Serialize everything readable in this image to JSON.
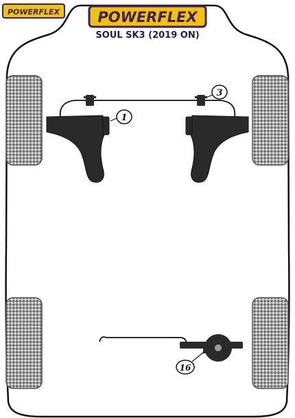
{
  "header": {
    "small_logo": "POWERFLEX",
    "main_logo": "POWERFLEX",
    "subtitle": "SOUL SK3 (2019 ON)"
  },
  "callouts": [
    {
      "label": "1"
    },
    {
      "label": "3"
    },
    {
      "label": "16"
    }
  ],
  "colors": {
    "logo_yellow": "#f2c400",
    "logo_purple": "#3b1c6e",
    "part_dark": "#2a2a2a",
    "chassis_line": "#111111"
  }
}
